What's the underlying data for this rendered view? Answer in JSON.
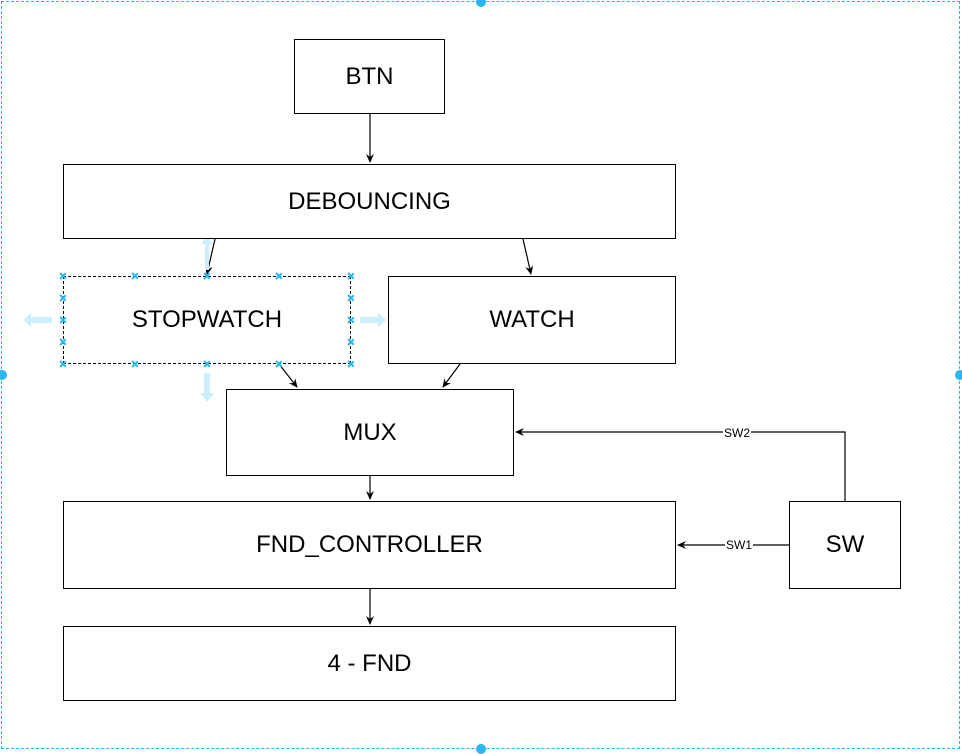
{
  "diagram": {
    "nodes": {
      "btn": "BTN",
      "debouncing": "DEBOUNCING",
      "stopwatch": "STOPWATCH",
      "watch": "WATCH",
      "mux": "MUX",
      "fnd_controller": "FND_CONTROLLER",
      "sw": "SW",
      "fnd": "4 - FND"
    },
    "edges": {
      "sw2_label": "SW2",
      "sw1_label": "SW1"
    }
  },
  "colors": {
    "selection": "#29b6f2",
    "arrow_hint": "#cdeefc",
    "stroke": "#000000"
  }
}
